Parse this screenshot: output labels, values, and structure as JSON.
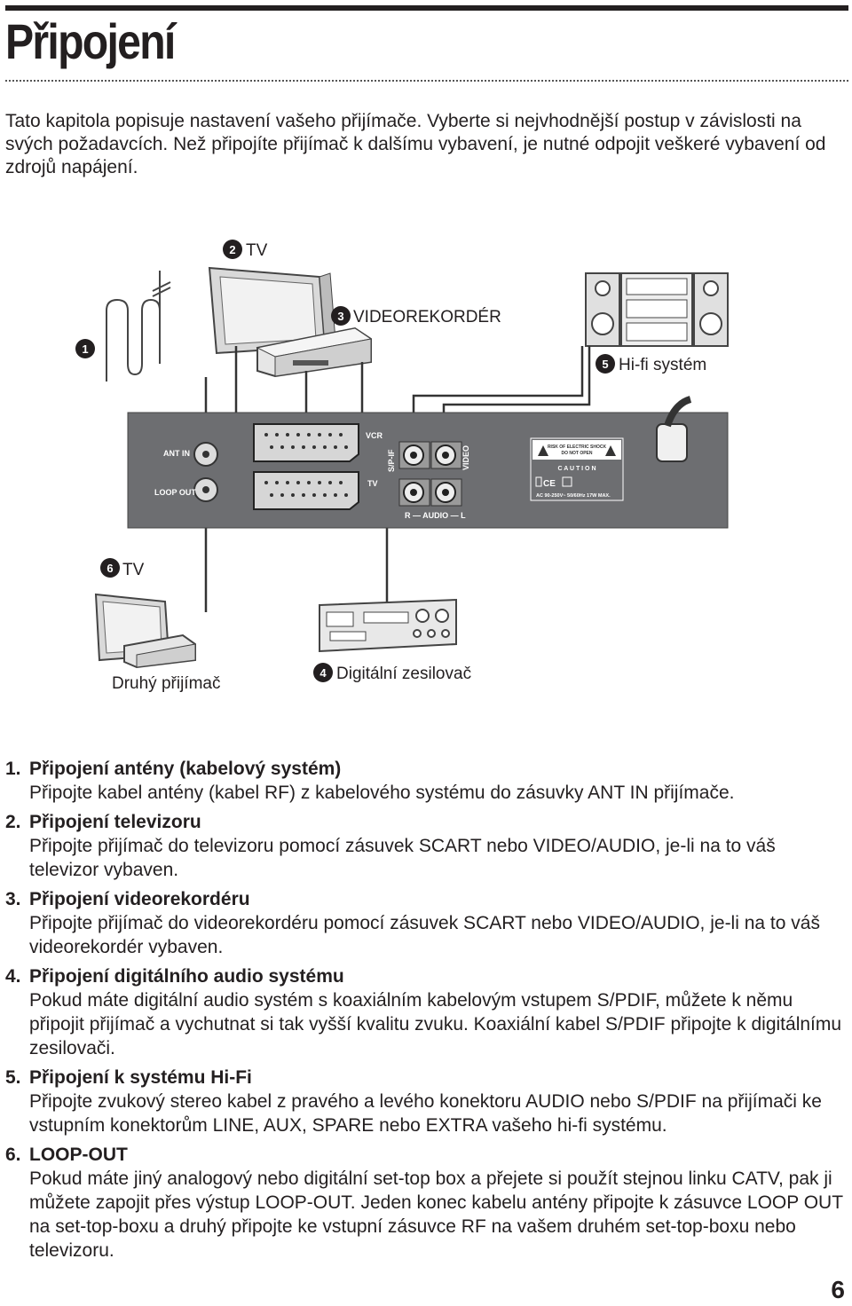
{
  "page": {
    "title": "Připojení",
    "intro": "Tato kapitola popisuje nastavení vašeho přijímače. Vyberte si nejvhodnější postup v závislosti na svých požadavcích. Než připojíte přijímač k dalšímu vybavení, je nutné odpojit veškeré vybavení od zdrojů napájení.",
    "page_number": "6"
  },
  "diagram": {
    "badges": {
      "b1": "1",
      "b2": "2",
      "b3": "3",
      "b4": "4",
      "b5": "5",
      "b6": "6"
    },
    "labels": {
      "tv": "TV",
      "vcr": "VIDEOREKORDÉR",
      "hifi": "Hi-fi systém",
      "tv2": "TV",
      "second_receiver": "Druhý přijímač",
      "amp": "Digitální zesilovač"
    },
    "panel": {
      "ant_in": "ANT IN",
      "loop_out": "LOOP OUT",
      "vcr": "VCR",
      "tv": "TV",
      "spdif": "S/P-IF",
      "video": "VIDEO",
      "audio": "R — AUDIO — L",
      "warning_line1": "RISK OF ELECTRIC SHOCK",
      "warning_line2": "DO NOT OPEN",
      "caution": "C A U T I O N",
      "ce": "CE",
      "power": "AC 90-250V~ 50/60Hz 17W MAX."
    }
  },
  "sections": [
    {
      "num": "1.",
      "heading": "Připojení antény (kabelový systém)",
      "body": "Připojte kabel antény (kabel RF) z kabelového systému do zásuvky ANT IN přijímače."
    },
    {
      "num": "2.",
      "heading": "Připojení televizoru",
      "body": "Připojte přijímač do televizoru pomocí zásuvek SCART nebo VIDEO/AUDIO, je-li na to váš televizor vybaven."
    },
    {
      "num": "3.",
      "heading": "Připojení videorekordéru",
      "body": "Připojte přijímač do videorekordéru pomocí zásuvek SCART nebo VIDEO/AUDIO, je-li na to váš videorekordér vybaven."
    },
    {
      "num": "4.",
      "heading": "Připojení digitálního audio systému",
      "body": "Pokud máte digitální audio systém s koaxiálním kabelovým vstupem S/PDIF, můžete k němu připojit přijímač a vychutnat si tak vyšší kvalitu zvuku. Koaxiální kabel S/PDIF připojte k digitálnímu zesilovači."
    },
    {
      "num": "5.",
      "heading": "Připojení k systému Hi-Fi",
      "body": "Připojte zvukový stereo kabel z pravého a levého konektoru AUDIO nebo S/PDIF na přijímači ke vstupním konektorům LINE, AUX, SPARE nebo EXTRA vašeho hi-fi systému."
    },
    {
      "num": "6.",
      "heading": "LOOP-OUT",
      "body": "Pokud máte jiný analogový nebo digitální set-top box a přejete si použít stejnou linku CATV, pak ji můžete zapojit přes výstup LOOP-OUT. Jeden konec kabelu antény připojte k zásuvce LOOP OUT na set-top-boxu a druhý připojte ke vstupní zásuvce RF na vašem druhém set-top-boxu nebo televizoru."
    }
  ]
}
